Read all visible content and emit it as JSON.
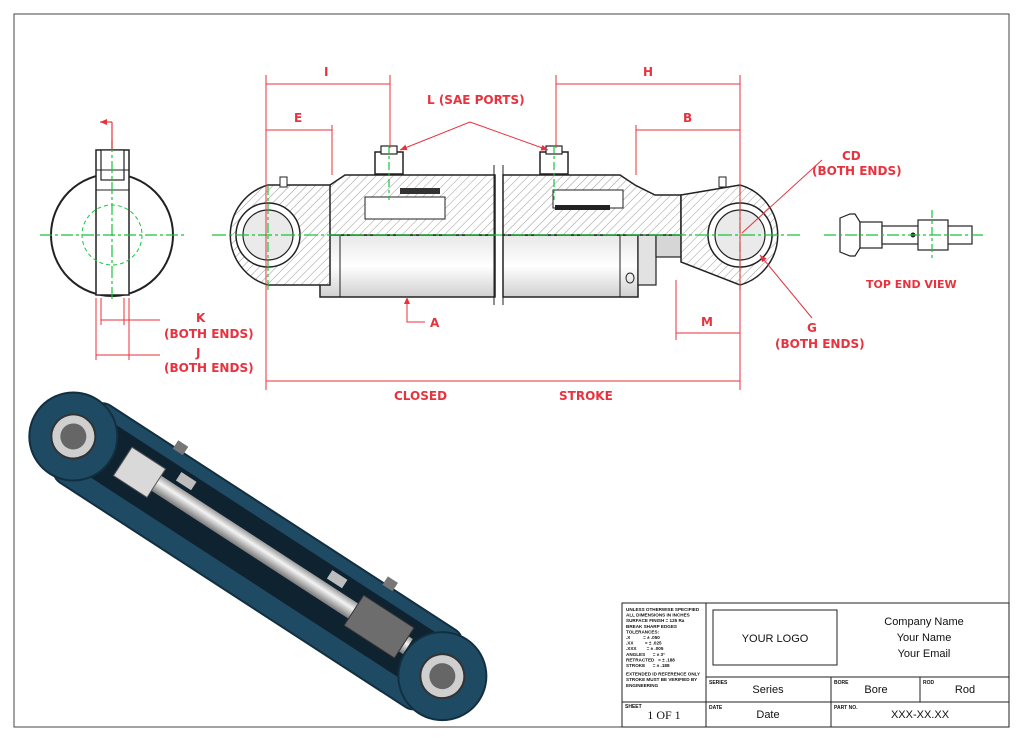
{
  "labels": {
    "I": "I",
    "H": "H",
    "E": "E",
    "B": "B",
    "sae_ports": "L (SAE PORTS)",
    "cd": "CD",
    "cd_both": "(BOTH ENDS)",
    "k": "K",
    "k_both": "(BOTH ENDS)",
    "j": "J",
    "j_both": "(BOTH ENDS)",
    "a": "A",
    "m": "M",
    "g": "G",
    "g_both": "(BOTH ENDS)",
    "closed": "CLOSED",
    "stroke": "STROKE",
    "top_end_view": "TOP END VIEW"
  },
  "notes": {
    "lines": [
      "UNLESS OTHERWISE SPECIFIED",
      "ALL DIMENSIONS IN INCHES",
      "SURFACE FINISH = 125 Ra",
      "BREAK SHARP EDGES",
      "TOLERANCES:",
      ".X          = ± .050",
      ".XX         = ± .025",
      ".XXX        = ± .005",
      "ANGLES      = ± 3°",
      "RETRACTED   = ± .188",
      "STROKE      = ± .188",
      "EXTENDED ID REFERENCE ONLY",
      "STROKE MUST BE VERIFIED BY",
      "ENGINEERING"
    ]
  },
  "title_block": {
    "logo": "YOUR LOGO",
    "company": "Company Name",
    "name": "Your Name",
    "email": "Your Email",
    "series_label": "SERIES",
    "series_value": "Series",
    "bore_label": "BORE",
    "bore_value": "Bore",
    "rod_label": "ROD",
    "rod_value": "Rod",
    "sheet_label": "SHEET",
    "sheet_value": "1 OF 1",
    "date_label": "DATE",
    "date_value": "Date",
    "part_label": "PART NO.",
    "part_value": "XXX-XX.XX"
  },
  "colors": {
    "dimension": "#e8323e",
    "centerline": "#19c43b",
    "outline": "#222222",
    "cylinder_body": "#1f4a63"
  }
}
